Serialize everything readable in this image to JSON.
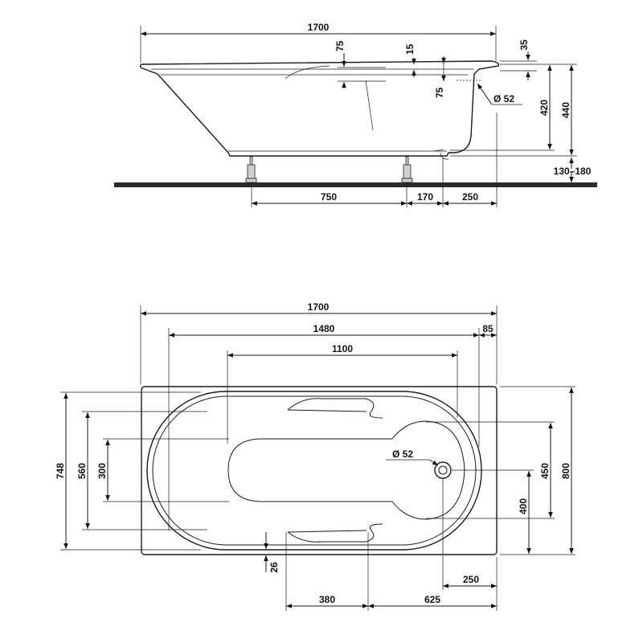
{
  "colors": {
    "line": "#1a1a1a",
    "floor": "#2b2b2b",
    "leg_fill": "#d0d0d0"
  },
  "side_view": {
    "overall_length": "1700",
    "rim_drop": "75",
    "rim_thickness": "15",
    "overflow_drop": "75",
    "rim_right": "35",
    "overflow_diameter": "Ø 52",
    "inner_height": "420",
    "total_height": "440",
    "leg_height_range": "130–180",
    "leg_spacing": "750",
    "leg_to_drain": "170",
    "drain_to_end": "250"
  },
  "top_view": {
    "overall_length": "1700",
    "inner_length": "1480",
    "rim_end": "85",
    "bottom_length": "1100",
    "overall_width": "748",
    "inner_width": "560",
    "bottom_width": "300",
    "drain_diameter": "Ø 52",
    "width_inner_right": "450",
    "width_outer_right": "800",
    "drain_to_edge": "400",
    "rim_bottom": "26",
    "grip_length": "380",
    "grip_to_end": "625",
    "drain_offset": "250"
  }
}
